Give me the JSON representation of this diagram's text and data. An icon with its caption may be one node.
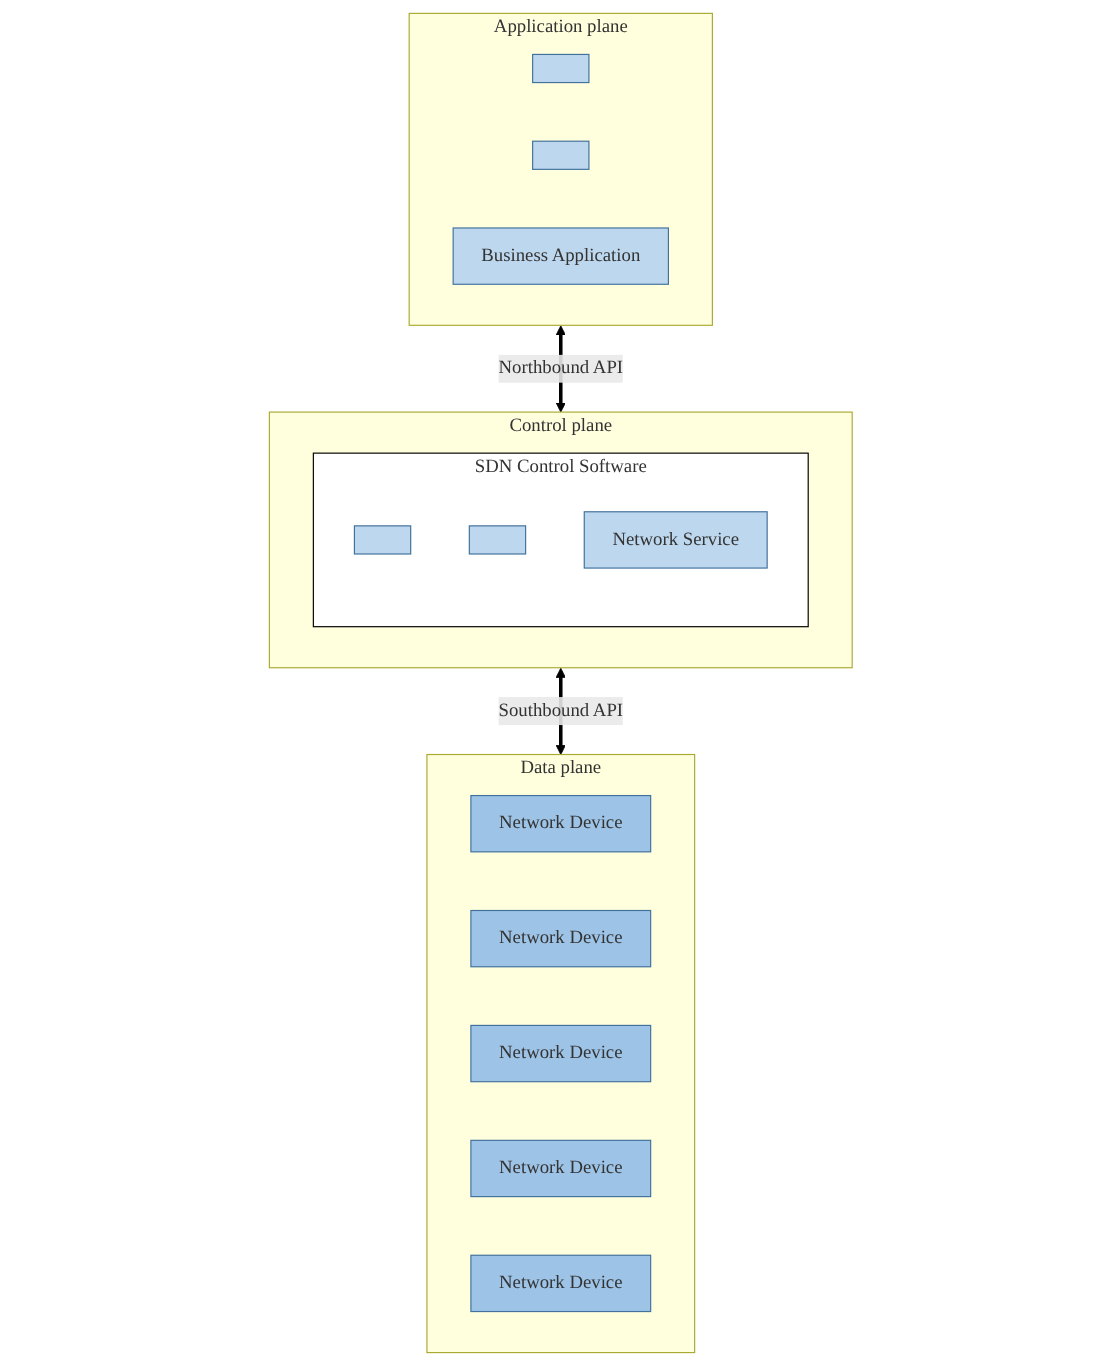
{
  "diagram": {
    "nodes": [
      {
        "text": [
          "Application plane"
        ]
      },
      {
        "text": [],
        "shape": "box",
        "in": 0
      },
      {
        "text": [],
        "shape": "box",
        "in": 0
      },
      {
        "text": [
          "Business Application"
        ],
        "in": 0
      },
      {
        "text": [
          "Control plane"
        ]
      },
      {
        "text": [
          "SDN Control Software"
        ],
        "in": 4
      },
      {
        "text": [],
        "shape": "box",
        "in": 5
      },
      {
        "text": [],
        "shape": "box",
        "in": 5
      },
      {
        "text": [
          "Network Service"
        ],
        "in": 5
      },
      {
        "text": [
          "Data plane"
        ]
      },
      {
        "text": [
          "Network Device"
        ],
        "in": 9
      },
      {
        "text": [
          "Network Device"
        ],
        "in": 9
      },
      {
        "text": [
          "Network Device"
        ],
        "in": 9
      },
      {
        "text": [
          "Network Device"
        ],
        "in": 9
      },
      {
        "text": [
          "Network Device"
        ],
        "in": 9
      }
    ],
    "edges": [
      {
        "from": 0,
        "to": 4,
        "arrow": "both",
        "label": "Northbound API"
      },
      {
        "from": 4,
        "to": 9,
        "arrow": "both",
        "label": "Southbound API"
      }
    ]
  }
}
